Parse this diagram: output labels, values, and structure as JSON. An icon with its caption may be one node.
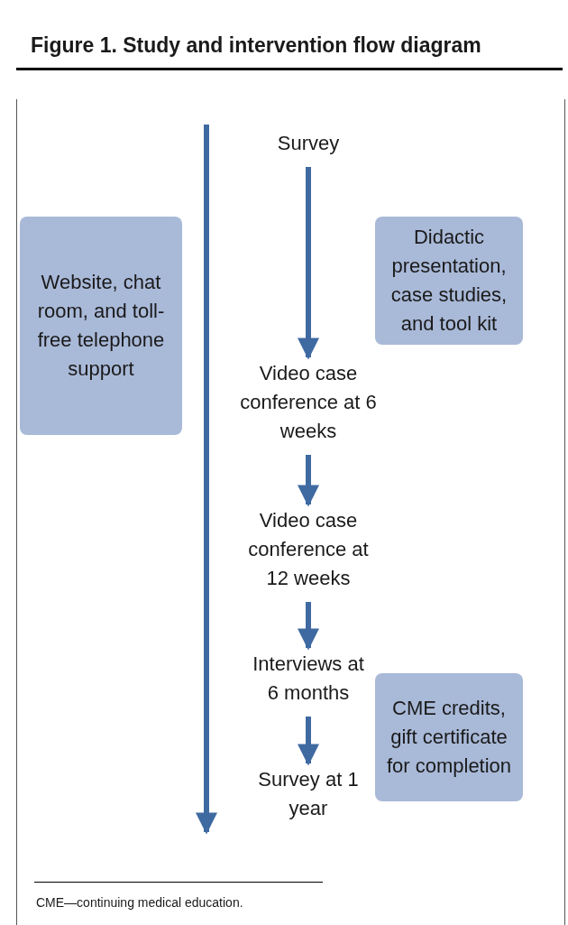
{
  "diagram": {
    "title": "Figure 1. Study and intervention flow diagram",
    "caption": "CME—continuing medical education.",
    "nodes": [
      {
        "text": [
          "Survey"
        ]
      },
      {
        "text": [
          "Website, chat room, and toll-free telephone support"
        ]
      },
      {
        "text": [
          "Didactic presentation, case studies, and tool kit"
        ]
      },
      {
        "text": [
          "Video case conference at 6 weeks"
        ]
      },
      {
        "text": [
          "Video case conference at 12 weeks"
        ]
      },
      {
        "text": [
          "Interviews at 6 months"
        ]
      },
      {
        "text": [
          "CME credits, gift certificate for completion"
        ]
      },
      {
        "text": [
          "Survey at 1 year"
        ]
      }
    ],
    "edges": [
      {
        "from": 0,
        "to": 3,
        "arrow": "to"
      },
      {
        "from": 3,
        "to": 4,
        "arrow": "to"
      },
      {
        "from": 4,
        "to": 5,
        "arrow": "to"
      },
      {
        "from": 5,
        "to": 7,
        "arrow": "to"
      }
    ]
  }
}
